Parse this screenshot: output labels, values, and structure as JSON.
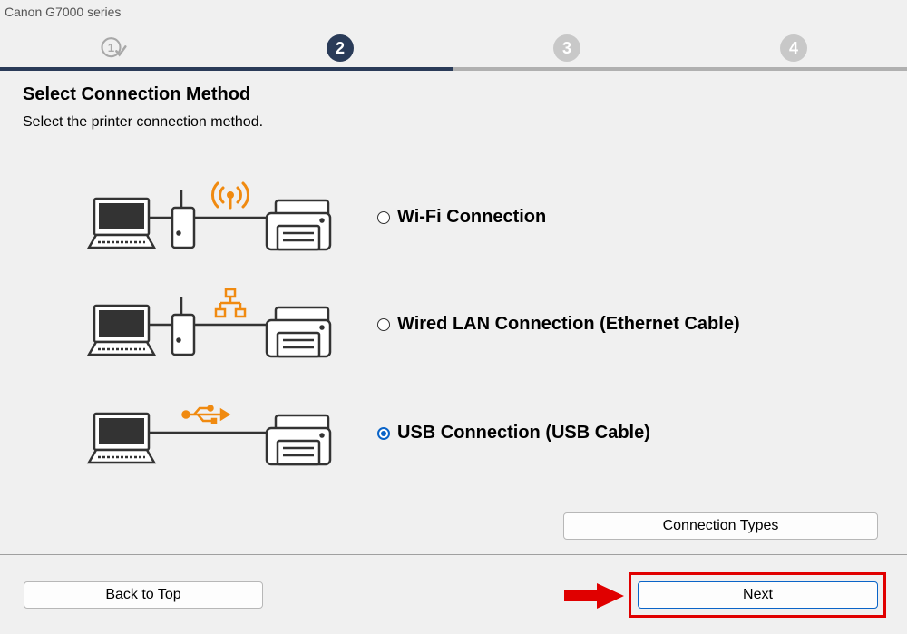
{
  "window": {
    "title": "Canon G7000 series"
  },
  "steps": {
    "items": [
      {
        "label": "1",
        "state": "done"
      },
      {
        "label": "2",
        "state": "current"
      },
      {
        "label": "3",
        "state": "future"
      },
      {
        "label": "4",
        "state": "future"
      }
    ]
  },
  "page": {
    "heading": "Select Connection Method",
    "subheading": "Select the printer connection method."
  },
  "options": [
    {
      "label": "Wi-Fi Connection",
      "selected": false,
      "icon": "wifi-signal-icon"
    },
    {
      "label": "Wired LAN Connection (Ethernet Cable)",
      "selected": false,
      "icon": "network-icon"
    },
    {
      "label": "USB Connection (USB Cable)",
      "selected": true,
      "icon": "usb-icon"
    }
  ],
  "buttons": {
    "connection_types": "Connection Types",
    "back_to_top": "Back to Top",
    "next": "Next"
  },
  "colors": {
    "accent": "#2a3b58",
    "highlight": "#e00000",
    "icon_orange": "#f08a10",
    "radio_selected": "#0a64c8"
  }
}
